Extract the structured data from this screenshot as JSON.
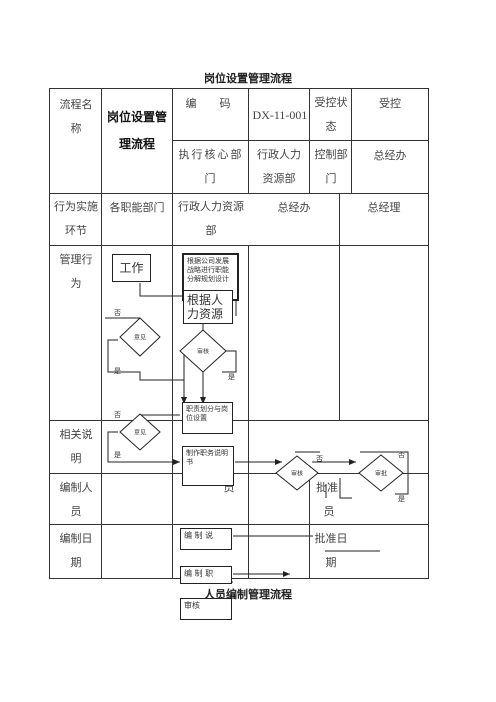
{
  "page": {
    "title1": "岗位设置管理流程",
    "title2": "人员编制管理流程"
  },
  "header": {
    "process_name_label": "流程名称",
    "process_name_value": "岗位设置管理流程",
    "code_label": "编　码",
    "code_value": "DX-11-001",
    "controlled_state_label": "受控状态",
    "controlled_state_value": "受控",
    "exec_core_label": "执行核心部门",
    "exec_core_value": "行政人力资源部",
    "control_dept_label": "控制部门",
    "control_dept_value": "总经办"
  },
  "lanes": {
    "row_label": "行为实施环节",
    "col1": "各职能部门",
    "col2": "行政人力资源部",
    "col3": "总经办",
    "col4": "总经理"
  },
  "rows": {
    "mgmt_label": "管理行为",
    "notes_label": "相关说明",
    "author_label": "编制人员",
    "author_suffix": "员",
    "approver_label": "批准人员",
    "date_label": "编制日期",
    "approve_date_label": "批准日期",
    "approve_prefix": "批准",
    "approve_suffix": "员"
  },
  "flow": {
    "box_work": "工作",
    "box_strategy": "根据公司发展战略进行职能分解规划设计",
    "box_according": "根据人力资源",
    "box_according_under": "力资源",
    "box_division": "职责划分与岗位设置",
    "box_desc": "制作职务说明书",
    "box_edit1": "编 制 说",
    "box_edit2": "编 制 职",
    "box_audit": "审核",
    "d_opinion1": "意见",
    "d_review": "审核",
    "d_opinion2": "意见",
    "d_review2": "审核",
    "d_approve": "审批",
    "no": "否",
    "yes": "是",
    "leader": "员"
  }
}
